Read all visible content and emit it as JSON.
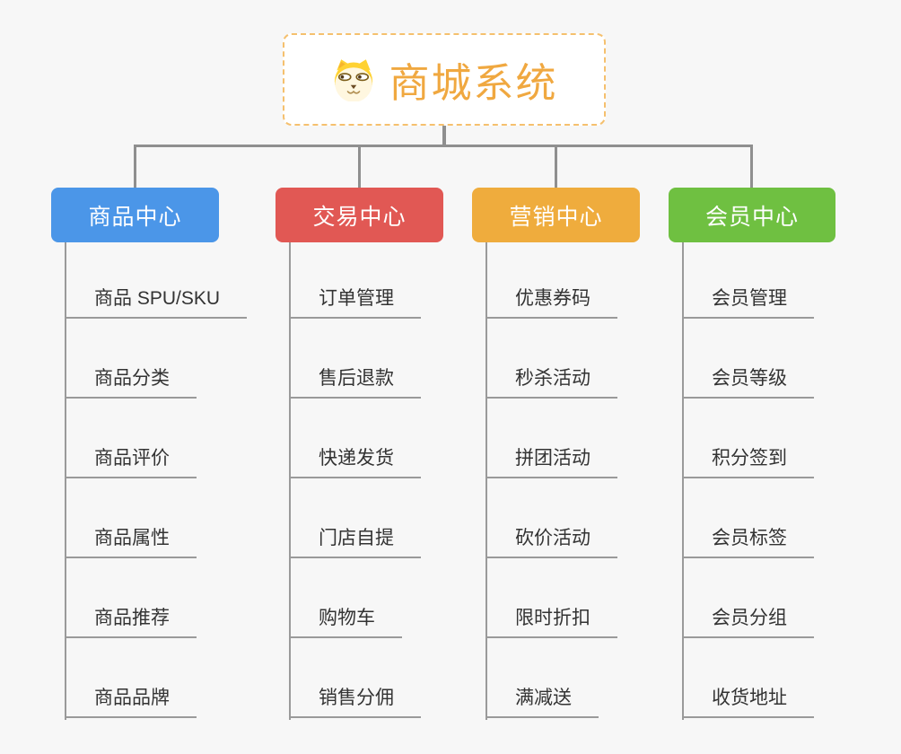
{
  "root": {
    "title": "商城系统",
    "title_color": "#f0a840",
    "border_color": "#f5c06e",
    "icon": "shiba-dog-icon"
  },
  "colors": {
    "background": "#f7f7f7",
    "connector_line": "#8f8f8f",
    "underline": "#9a9a9a",
    "leaf_text": "#333333"
  },
  "branches": [
    {
      "label": "商品中心",
      "color": "#4b96e8",
      "items": [
        "商品 SPU/SKU",
        "商品分类",
        "商品评价",
        "商品属性",
        "商品推荐",
        "商品品牌"
      ]
    },
    {
      "label": "交易中心",
      "color": "#e15854",
      "items": [
        "订单管理",
        "售后退款",
        "快递发货",
        "门店自提",
        "购物车",
        "销售分佣"
      ]
    },
    {
      "label": "营销中心",
      "color": "#efac3d",
      "items": [
        "优惠券码",
        "秒杀活动",
        "拼团活动",
        "砍价活动",
        "限时折扣",
        "满减送"
      ]
    },
    {
      "label": "会员中心",
      "color": "#6fc041",
      "items": [
        "会员管理",
        "会员等级",
        "积分签到",
        "会员标签",
        "会员分组",
        "收货地址"
      ]
    }
  ]
}
